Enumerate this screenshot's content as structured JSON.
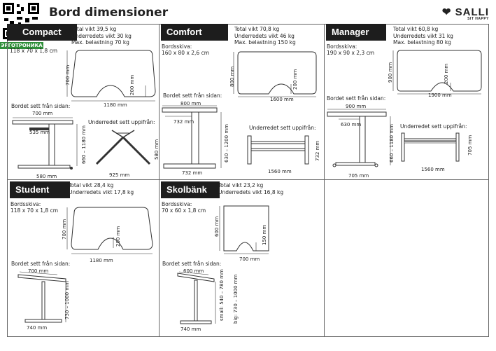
{
  "header": {
    "title": "Bord dimensioner",
    "logo": "SALLI",
    "tagline": "SIT HAPPY",
    "badge": "ЭРГОТРОНИКА"
  },
  "compact": {
    "name": "Compact",
    "specs": [
      "Total vikt 39,5 kg",
      "Underredets vikt 30 kg",
      "Max. belastning 70 kg"
    ],
    "top_size": "118 x 70 x 1,8 cm",
    "top_w": "1180 mm",
    "top_h": "700 mm",
    "cut": "200 mm",
    "side_label": "Bordet sett från sidan:",
    "side_top": "700 mm",
    "side_foot": "580 mm",
    "side_inner": "535 mm",
    "side_height": "660 – 1180 mm",
    "under_label": "Underredet sett uppifrån:",
    "under_w": "925 mm",
    "under_h": "580 mm"
  },
  "comfort": {
    "name": "Comfort",
    "specs": [
      "Total vikt 70,8 kg",
      "Underredets vikt 46 kg",
      "Max. belastning 150 kg"
    ],
    "board_label": "Bordsskiva:",
    "top_size": "160 x 80 x 2,6 cm",
    "top_w": "1600 mm",
    "top_h": "800 mm",
    "cut": "200 mm",
    "side_label": "Bordet sett från sidan:",
    "side_top": "800 mm",
    "side_foot": "732 mm",
    "side_inner": "732 mm",
    "side_height": "630 – 1200 mm",
    "under_label": "Underredet sett uppifrån:",
    "under_w": "1560 mm",
    "under_h": "732 mm"
  },
  "manager": {
    "name": "Manager",
    "specs": [
      "Total vikt 60,8 kg",
      "Underredets vikt 31 kg",
      "Max. belastning 80 kg"
    ],
    "board_label": "Bordsskiva:",
    "top_size": "190 x 90 x 2,3 cm",
    "top_w": "1900 mm",
    "top_h": "900 mm",
    "cut": "200 mm",
    "side_label": "Bordet sett från sidan:",
    "side_top": "900 mm",
    "side_foot": "705 mm",
    "side_inner": "630 mm",
    "side_height": "660 – 1180 mm",
    "under_label": "Underredet sett uppifrån:",
    "under_w": "1560 mm",
    "under_h": "705 mm"
  },
  "student": {
    "name": "Student",
    "specs": [
      "Total vikt 28,4 kg",
      "Underredets vikt 17,8 kg"
    ],
    "board_label": "Bordsskiva:",
    "top_size": "118 x 70 x 1,8 cm",
    "top_w": "1180 mm",
    "top_h": "700 mm",
    "cut": "200 mm",
    "side_label": "Bordet sett från sidan:",
    "side_top": "700 mm",
    "side_foot": "740 mm",
    "side_height": "730 – 1000 mm"
  },
  "skolbank": {
    "name": "Skolbänk",
    "specs": [
      "Total vikt 23,2 kg",
      "Underredets vikt 16,8 kg"
    ],
    "board_label": "Bordsskiva:",
    "top_size": "70 x 60 x 1,8 cm",
    "top_w": "700 mm",
    "top_h": "600 mm",
    "cut": "150 mm",
    "side_label": "Bordet sett från sidan:",
    "side_top": "600 mm",
    "side_foot": "740 mm",
    "side_small": "small: 540 – 780 mm",
    "side_big": "big: 730 – 1000 mm"
  }
}
